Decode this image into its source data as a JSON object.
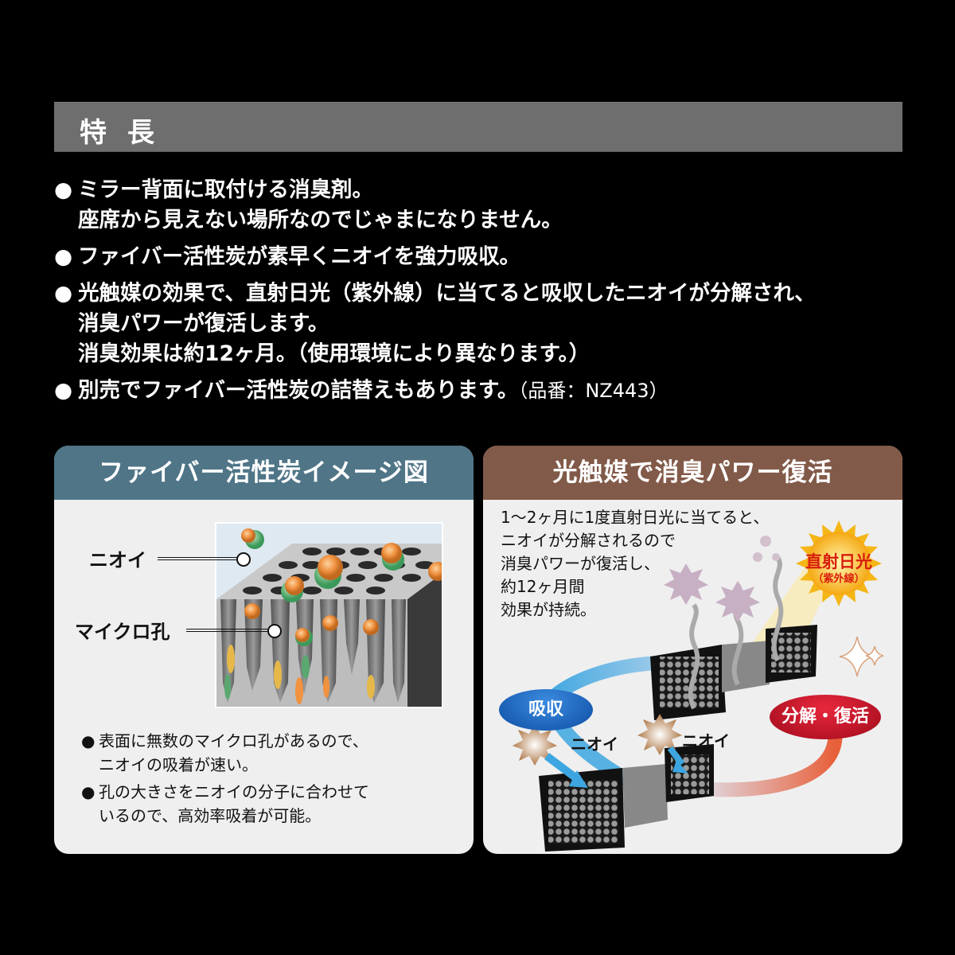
{
  "header": {
    "title": "特長"
  },
  "features": [
    {
      "lines": [
        "ミラー背面に取付ける消臭剤。",
        "座席から見えない場所なのでじゃまになりません。"
      ]
    },
    {
      "lines": [
        "ファイバー活性炭が素早くニオイを強力吸収。"
      ]
    },
    {
      "lines": [
        "光触媒の効果で、直射日光（紫外線）に当てると吸収したニオイが分解され、",
        "消臭パワーが復活します。",
        "消臭効果は約12ヶ月。（使用環境により異なります。）"
      ]
    },
    {
      "lines": [
        "別売でファイバー活性炭の詰替えもあります。"
      ],
      "note": "（品番：NZ443）"
    }
  ],
  "bullet": "●",
  "left_panel": {
    "title": "ファイバー活性炭イメージ図",
    "callouts": {
      "odor": "ニオイ",
      "micropore": "マイクロ孔"
    },
    "notes": [
      {
        "lines": [
          "表面に無数のマイクロ孔があるので、",
          "ニオイの吸着が速い。"
        ]
      },
      {
        "lines": [
          "孔の大きさをニオイの分子に合わせて",
          "いるので、高効率吸着が可能。"
        ]
      }
    ],
    "colors": {
      "header": "#4f7587",
      "body": "#efefef"
    }
  },
  "right_panel": {
    "title": "光触媒で消臭パワー復活",
    "description": [
      "1〜2ヶ月に1度直射日光に当てると、",
      "ニオイが分解されるので",
      "消臭パワーが復活し、",
      "約12ヶ月間",
      "効果が持続。"
    ],
    "sun": {
      "label": "直射日光",
      "sublabel": "（紫外線）"
    },
    "badges": {
      "absorb": "吸収",
      "decompose": "分解・復活"
    },
    "odor_labels": [
      "ニオイ",
      "ニオイ"
    ],
    "colors": {
      "header": "#825a49",
      "absorb": "#1560b8",
      "decompose": "#c8142a",
      "sun": "#f5b617"
    }
  }
}
